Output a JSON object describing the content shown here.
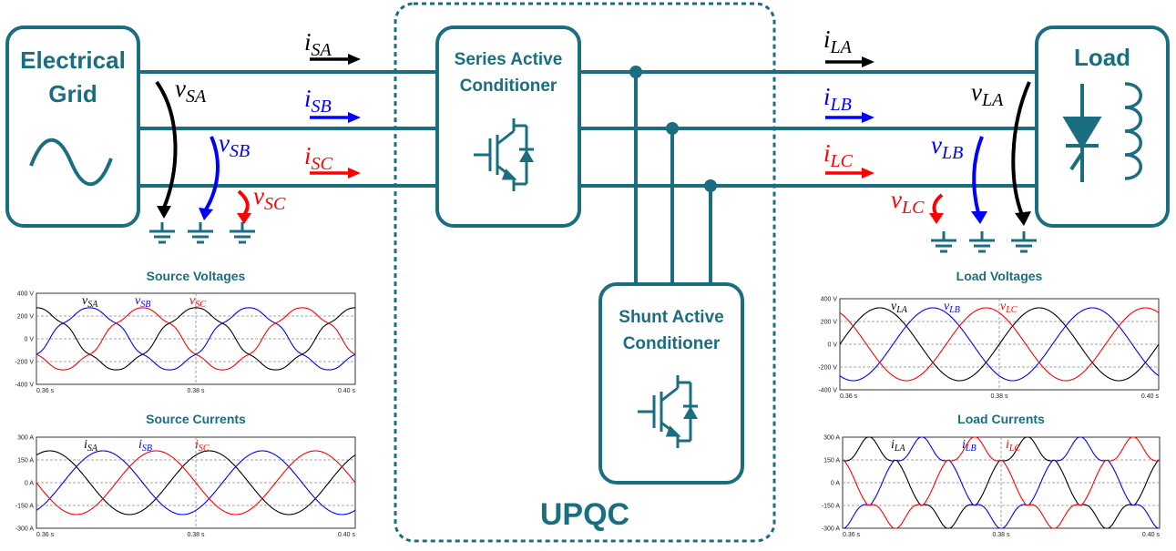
{
  "blocks": {
    "grid_line1": "Electrical",
    "grid_line2": "Grid",
    "series_line1": "Series Active",
    "series_line2": "Conditioner",
    "shunt_line1": "Shunt Active",
    "shunt_line2": "Conditioner",
    "load": "Load",
    "upqc": "UPQC"
  },
  "colors": {
    "teal": "#1a6e80",
    "phase_a": "#000000",
    "phase_b": "#0000ff",
    "phase_c": "#ff0000"
  },
  "signals": {
    "i_sa": {
      "base": "i",
      "sub": "SA"
    },
    "i_sb": {
      "base": "i",
      "sub": "SB"
    },
    "i_sc": {
      "base": "i",
      "sub": "SC"
    },
    "v_sa": {
      "base": "v",
      "sub": "SA"
    },
    "v_sb": {
      "base": "v",
      "sub": "SB"
    },
    "v_sc": {
      "base": "v",
      "sub": "SC"
    },
    "i_la": {
      "base": "i",
      "sub": "LA"
    },
    "i_lb": {
      "base": "i",
      "sub": "LB"
    },
    "i_lc": {
      "base": "i",
      "sub": "LC"
    },
    "v_la": {
      "base": "v",
      "sub": "LA"
    },
    "v_lb": {
      "base": "v",
      "sub": "LB"
    },
    "v_lc": {
      "base": "v",
      "sub": "LC"
    }
  },
  "chart_data": [
    {
      "type": "line",
      "title": "Source Voltages",
      "ylim": [
        -400,
        400
      ],
      "yticks": [
        "400 V",
        "200 V",
        "0 V",
        "-200 V",
        "-400 V"
      ],
      "xticks": [
        "0.36 s",
        "0.38 s",
        "0.40 s"
      ],
      "xlim": [
        0.36,
        0.4
      ],
      "grid": true,
      "series": [
        {
          "legend_base": "v",
          "legend_sub": "SA",
          "amplitude": 265,
          "phase_deg": 90,
          "distortion": true
        },
        {
          "legend_base": "v",
          "legend_sub": "SB",
          "amplitude": 265,
          "phase_deg": -30,
          "distortion": true
        },
        {
          "legend_base": "v",
          "legend_sub": "SC",
          "amplitude": 265,
          "phase_deg": 210,
          "distortion": true
        }
      ]
    },
    {
      "type": "line",
      "title": "Source Currents",
      "ylim": [
        -300,
        300
      ],
      "yticks": [
        "300 A",
        "150 A",
        "0 A",
        "-150 A",
        "-300 A"
      ],
      "xticks": [
        "0.36 s",
        "0.38 s",
        "0.40 s"
      ],
      "xlim": [
        0.36,
        0.4
      ],
      "grid": true,
      "series": [
        {
          "legend_base": "i",
          "legend_sub": "SA",
          "amplitude": 210,
          "phase_deg": 60,
          "distortion": false
        },
        {
          "legend_base": "i",
          "legend_sub": "SB",
          "amplitude": 210,
          "phase_deg": -60,
          "distortion": false
        },
        {
          "legend_base": "i",
          "legend_sub": "SC",
          "amplitude": 210,
          "phase_deg": 180,
          "distortion": false
        }
      ]
    },
    {
      "type": "line",
      "title": "Load Voltages",
      "ylim": [
        -400,
        400
      ],
      "yticks": [
        "400 V",
        "200 V",
        "0 V",
        "-200 V",
        "-400 V"
      ],
      "xticks": [
        "0.36 s",
        "0.38 s",
        "0.40 s"
      ],
      "xlim": [
        0.36,
        0.4
      ],
      "grid": true,
      "series": [
        {
          "legend_base": "v",
          "legend_sub": "LA",
          "amplitude": 320,
          "phase_deg": 0,
          "distortion": false
        },
        {
          "legend_base": "v",
          "legend_sub": "LB",
          "amplitude": 320,
          "phase_deg": -120,
          "distortion": false
        },
        {
          "legend_base": "v",
          "legend_sub": "LC",
          "amplitude": 320,
          "phase_deg": 120,
          "distortion": false
        }
      ]
    },
    {
      "type": "line",
      "title": "Load Currents",
      "ylim": [
        -300,
        300
      ],
      "yticks": [
        "300 A",
        "150 A",
        "0 A",
        "-150 A",
        "-300 A"
      ],
      "xticks": [
        "0.36 s",
        "0.38 s",
        "0.40 s"
      ],
      "xlim": [
        0.36,
        0.4
      ],
      "grid": true,
      "series": [
        {
          "legend_base": "i",
          "legend_sub": "LA",
          "amplitude": 280,
          "phase_deg": 30,
          "distortion": "rectifier"
        },
        {
          "legend_base": "i",
          "legend_sub": "LB",
          "amplitude": 280,
          "phase_deg": -90,
          "distortion": "rectifier"
        },
        {
          "legend_base": "i",
          "legend_sub": "LC",
          "amplitude": 280,
          "phase_deg": 150,
          "distortion": "rectifier"
        }
      ]
    }
  ]
}
